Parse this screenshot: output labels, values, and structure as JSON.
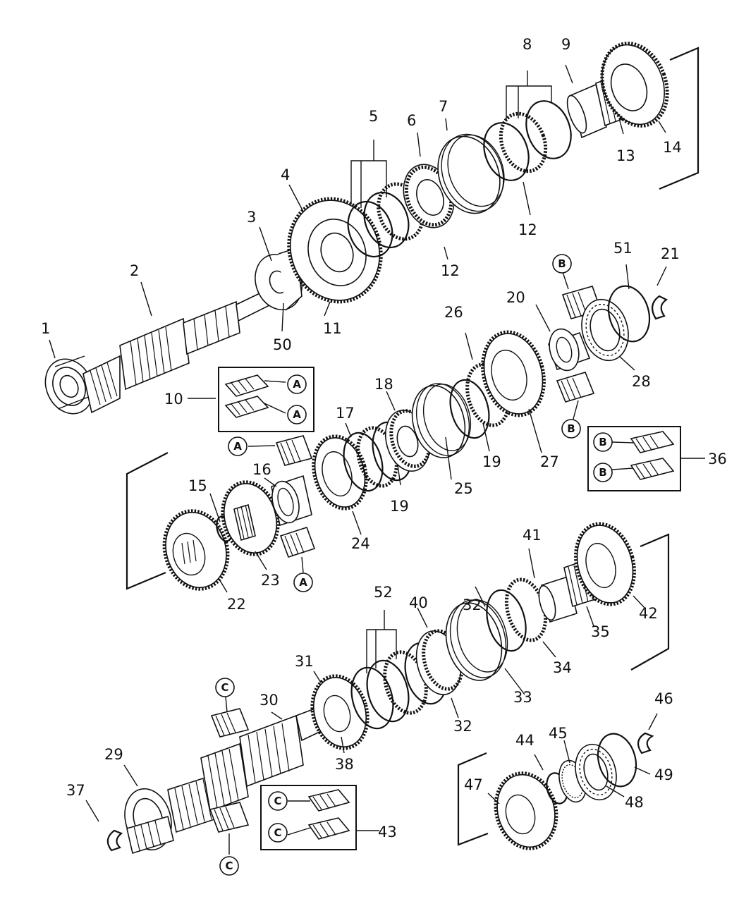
{
  "diagram": {
    "callouts": [
      "1",
      "2",
      "3",
      "4",
      "5",
      "6",
      "7",
      "8",
      "9",
      "10",
      "11",
      "12",
      "12",
      "13",
      "14",
      "15",
      "16",
      "17",
      "18",
      "19",
      "19",
      "20",
      "21",
      "22",
      "23",
      "24",
      "25",
      "26",
      "27",
      "28",
      "29",
      "30",
      "31",
      "32",
      "32",
      "33",
      "34",
      "35",
      "36",
      "37",
      "38",
      "40",
      "41",
      "42",
      "43",
      "44",
      "45",
      "46",
      "47",
      "48",
      "49",
      "50",
      "51",
      "52"
    ],
    "bearing_tags": [
      "A",
      "A",
      "A",
      "A",
      "B",
      "B",
      "B",
      "B",
      "C",
      "C",
      "C",
      "C"
    ]
  }
}
